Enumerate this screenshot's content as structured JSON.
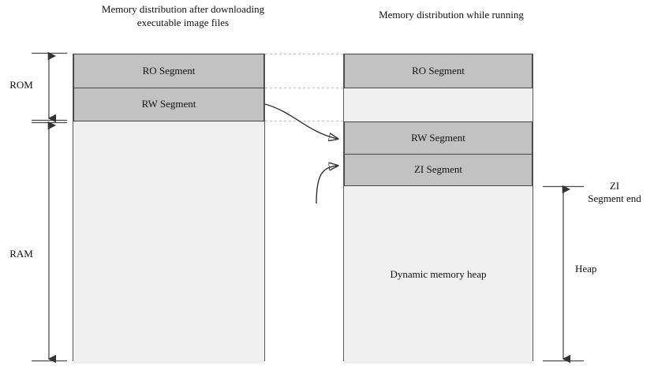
{
  "diagram": {
    "type": "memory-layout",
    "titles": {
      "left": "Memory distribution after downloading executable image files",
      "right": "Memory distribution while running"
    },
    "left_panel": {
      "name": "download-image-layout",
      "segments": [
        {
          "label": "RO Segment",
          "fill": "gray"
        },
        {
          "label": "RW Segment",
          "fill": "gray"
        },
        {
          "label": "",
          "fill": "light"
        }
      ]
    },
    "right_panel": {
      "name": "runtime-layout",
      "segments": [
        {
          "label": "RO Segment",
          "fill": "gray"
        },
        {
          "label": "",
          "fill": "light"
        },
        {
          "label": "RW Segment",
          "fill": "gray"
        },
        {
          "label": "ZI Segment",
          "fill": "gray"
        },
        {
          "label": "Dynamic memory heap",
          "fill": "light"
        }
      ]
    },
    "brackets": {
      "rom": "ROM",
      "ram": "RAM",
      "zi_segment_end": "ZI\nSegment end",
      "heap": "Heap"
    },
    "colors": {
      "segment_gray": "#c2c2c2",
      "segment_light": "#f0f0f0",
      "border": "#444444",
      "guide_line": "#bfbfbf",
      "arrow": "#333333"
    }
  }
}
